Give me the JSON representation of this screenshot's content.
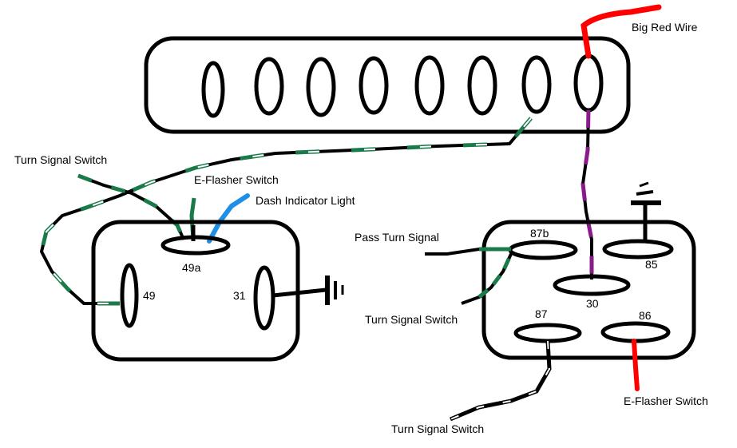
{
  "labels": {
    "big_red_wire": "Big Red Wire",
    "turn_signal_switch_left": "Turn Signal Switch",
    "e_flasher_switch_left": "E-Flasher Switch",
    "dash_indicator_light": "Dash Indicator Light",
    "pass_turn_signal": "Pass Turn Signal",
    "turn_signal_switch_mid": "Turn Signal Switch",
    "turn_signal_switch_bottom": "Turn Signal Switch",
    "e_flasher_switch_right": "E-Flasher Switch"
  },
  "flasher": {
    "pin_49a": "49a",
    "pin_49": "49",
    "pin_31": "31"
  },
  "relay": {
    "pin_87b": "87b",
    "pin_85": "85",
    "pin_30": "30",
    "pin_87": "87",
    "pin_86": "86"
  },
  "colors": {
    "outline": "#000000",
    "red_wire": "#ff0000",
    "green_wire": "#1a7a4a",
    "blue_wire": "#1e8fe6",
    "purple_wire": "#8a1a8a"
  }
}
